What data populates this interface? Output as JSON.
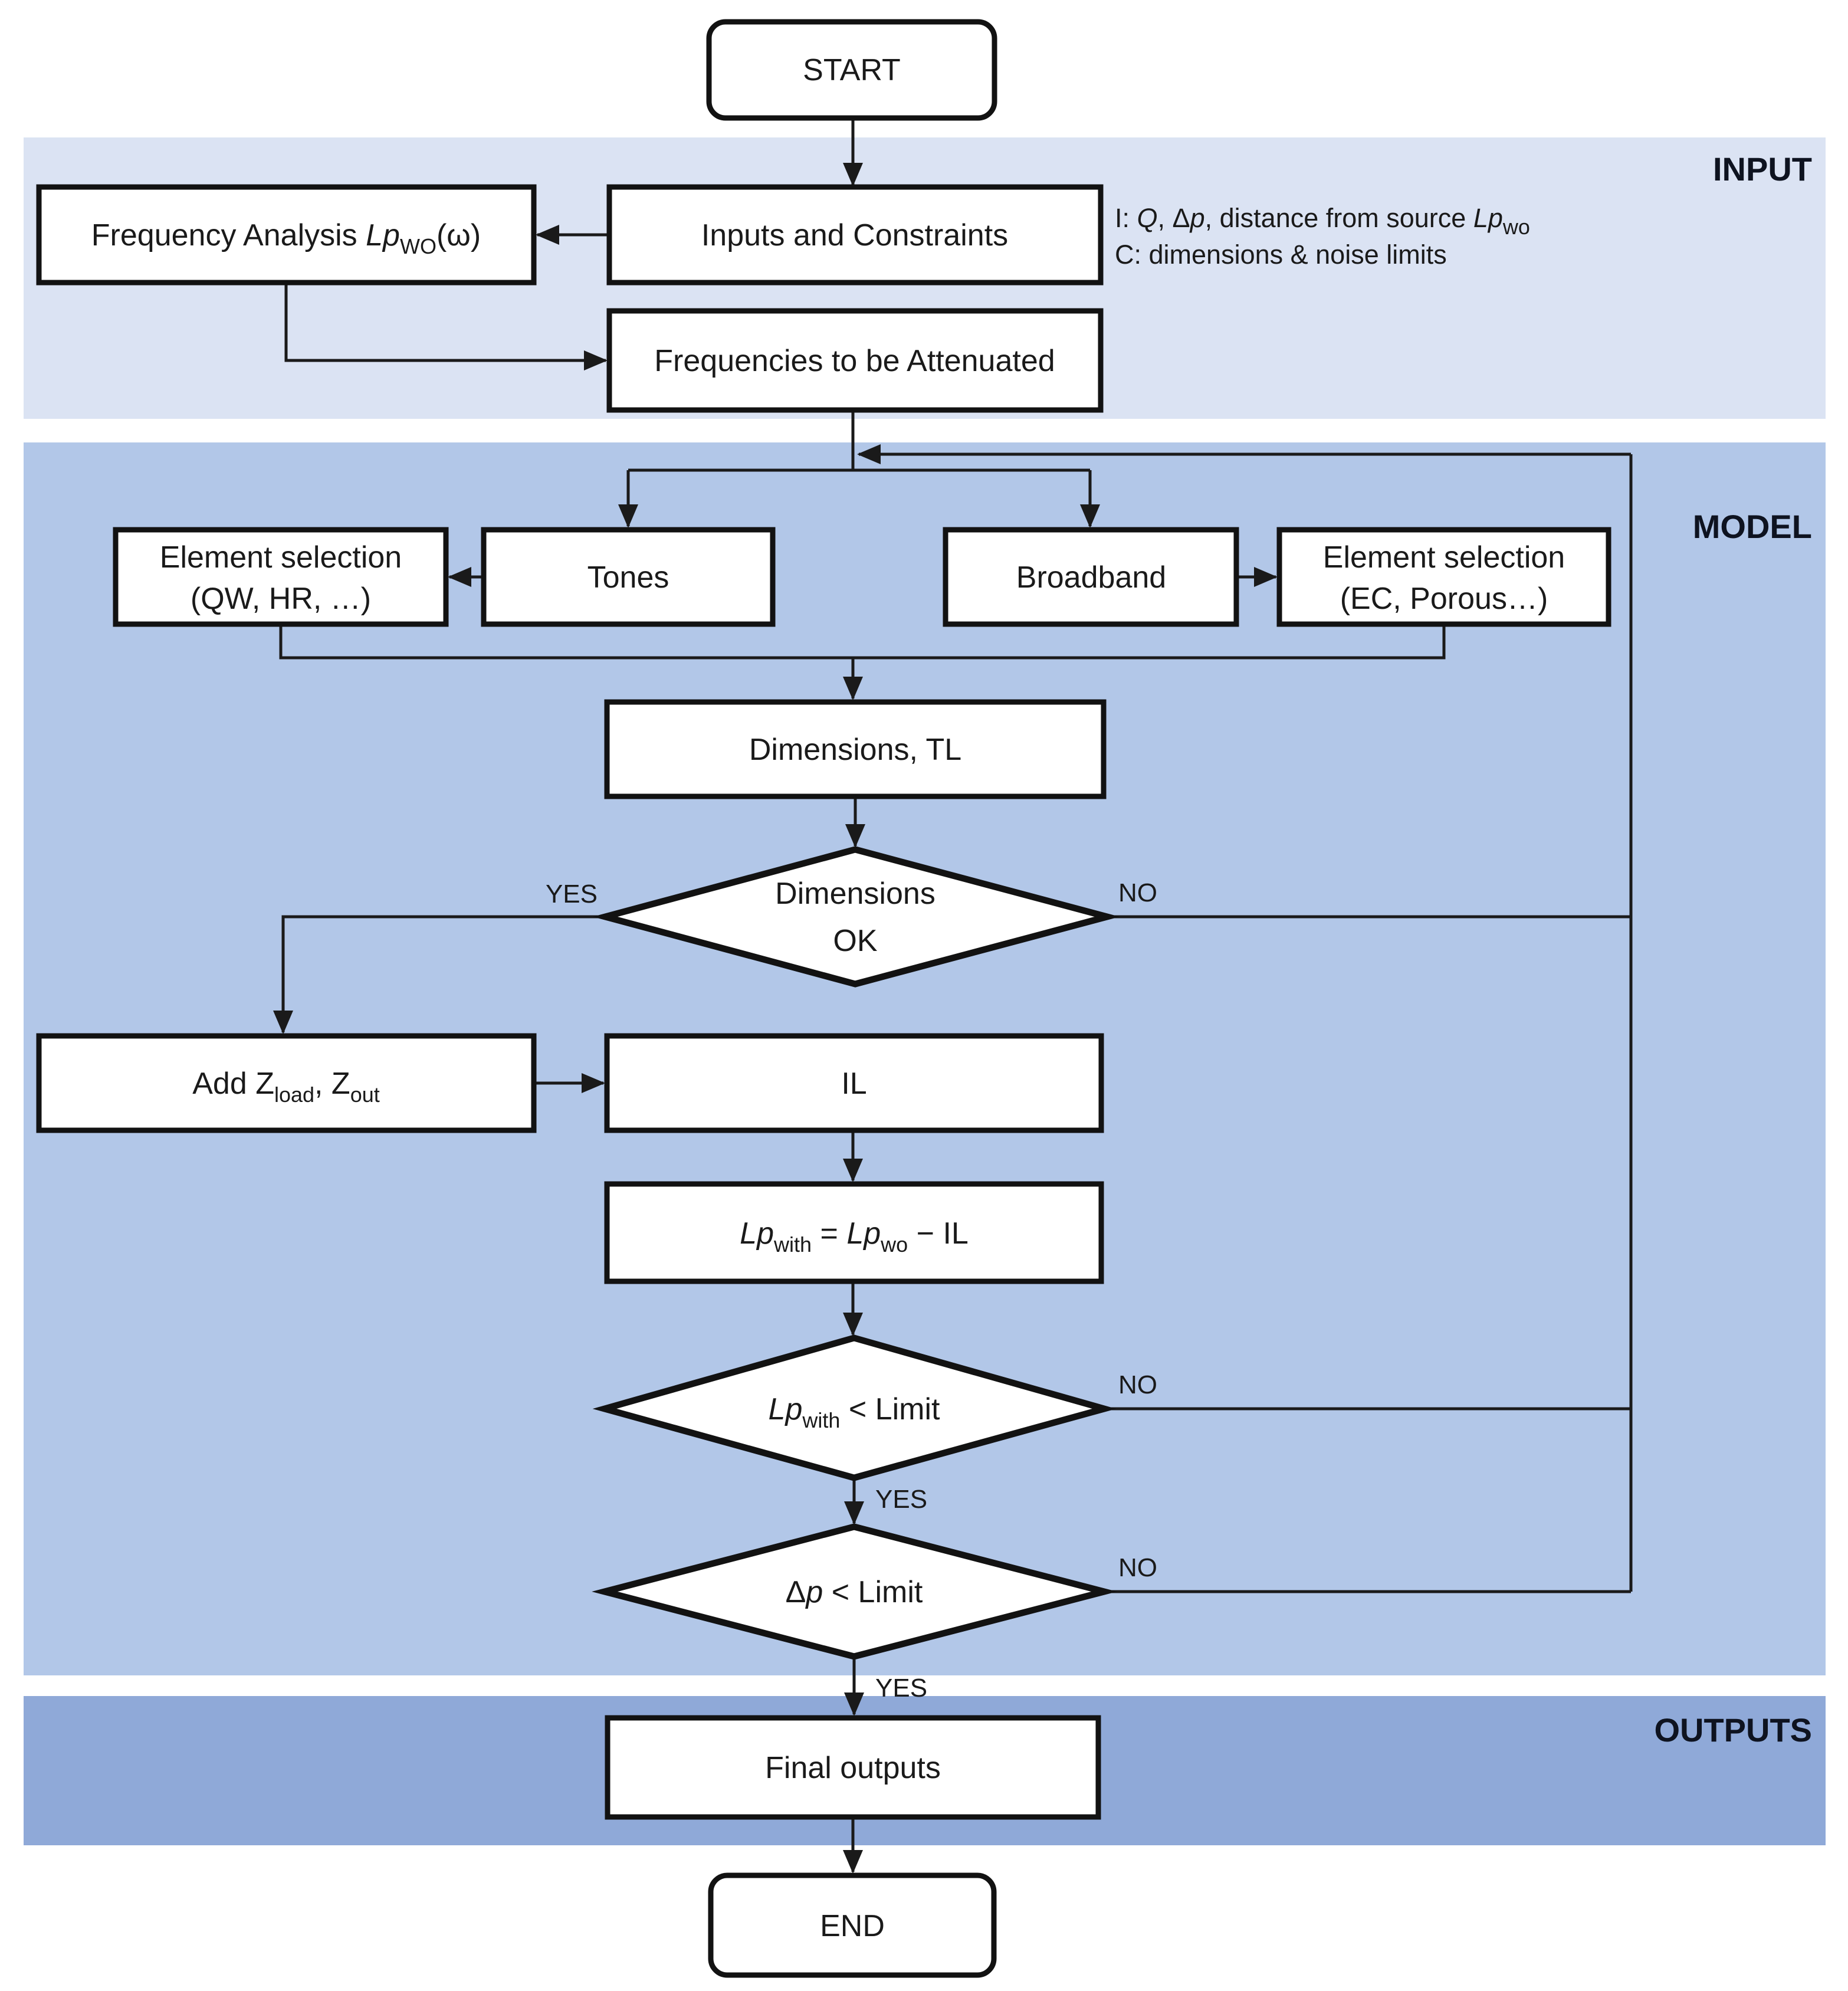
{
  "colors": {
    "page_bg": "#ffffff",
    "input_band": "#dbe3f3",
    "model_band": "#b2c7e8",
    "outputs_band": "#8fa9d8",
    "line": "#1a1a1a",
    "box_fill": "#ffffff",
    "box_border": "#121212",
    "text": "#1a1a1a"
  },
  "sections": {
    "input": {
      "label": "INPUT"
    },
    "model": {
      "label": "MODEL"
    },
    "outputs": {
      "label": "OUTPUTS"
    }
  },
  "nodes": {
    "start": {
      "label": "START"
    },
    "inputs_constraints": {
      "label": "Inputs and Constraints"
    },
    "frequency_analysis": {
      "prefix": "Frequency Analysis ",
      "var": "Lp",
      "sub": "WO",
      "suffix": "(ω)"
    },
    "frequencies": {
      "label": "Frequencies to be Attenuated"
    },
    "element_selection_tonal": {
      "line1": "Element selection",
      "line2": "(QW, HR, …)"
    },
    "tones": {
      "label": "Tones"
    },
    "broadband": {
      "label": "Broadband"
    },
    "element_selection_broadband": {
      "line1": "Element selection",
      "line2": "(EC, Porous…)"
    },
    "dimensions_tl": {
      "label": "Dimensions, TL"
    },
    "dimensions_ok": {
      "line1": "Dimensions",
      "line2": "OK"
    },
    "add_z": {
      "p1": "Add Z",
      "s1": "load",
      "p2": ", Z",
      "s2": "out"
    },
    "il": {
      "label": "IL"
    },
    "lp_formula": {
      "v1": "Lp",
      "s1": "with",
      "mid": " = ",
      "v2": "Lp",
      "s2": "wo",
      "tail": " − IL"
    },
    "lp_check": {
      "v1": "Lp",
      "s1": "with",
      "tail": " < Limit"
    },
    "dp_check": {
      "d": "Δ",
      "v": "p",
      "tail": " < Limit"
    },
    "final_outputs": {
      "label": "Final outputs"
    },
    "end": {
      "label": "END"
    }
  },
  "annotation": {
    "l1a": "I: ",
    "l1b": "Q",
    "l1c": ", Δ",
    "l1d": "p",
    "l1e": ", distance from source ",
    "l1f": "Lp",
    "l1g": "wo",
    "line2": "C: dimensions & noise limits"
  },
  "edge_labels": {
    "yes": "YES",
    "no": "NO"
  }
}
